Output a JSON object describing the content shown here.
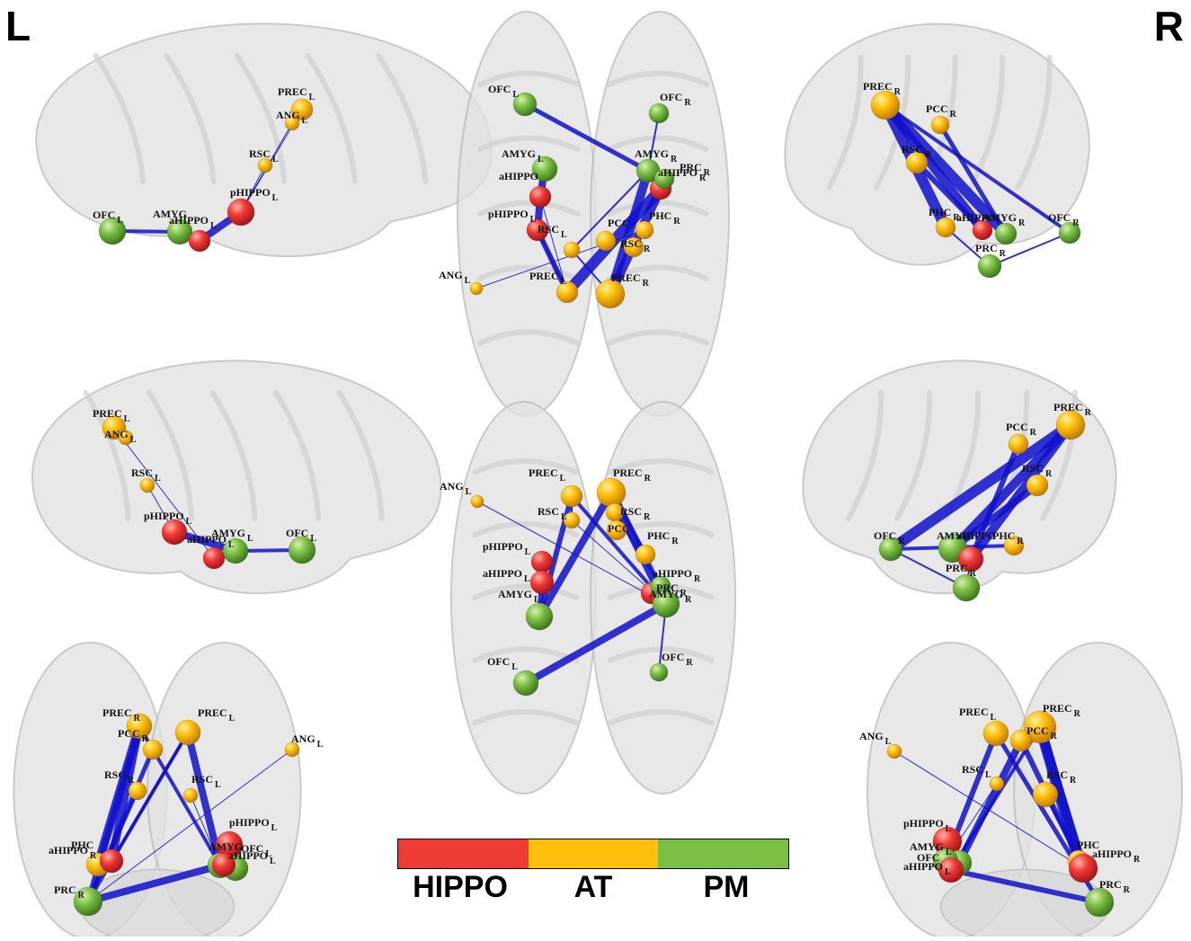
{
  "corners": {
    "left": "L",
    "right": "R"
  },
  "legend": [
    {
      "label": "HIPPO",
      "color": "#ef3b36"
    },
    {
      "label": "AT",
      "color": "#ffbf0a"
    },
    {
      "label": "PM",
      "color": "#7dbf45"
    }
  ],
  "colors": {
    "edge": "#1010cc",
    "brain_fill": "#e3e3e3",
    "brain_stroke": "#bdbdbd"
  },
  "panels": [
    {
      "id": "left-lateral",
      "nodes": [
        {
          "base": "PREC",
          "sub": "L",
          "group": "AT"
        },
        {
          "base": "ANG",
          "sub": "L",
          "group": "AT"
        },
        {
          "base": "RSC",
          "sub": "L",
          "group": "AT"
        },
        {
          "base": "pHIPPO",
          "sub": "L",
          "group": "HIPPO"
        },
        {
          "base": "OFC",
          "sub": "L",
          "group": "PM"
        },
        {
          "base": "AMYG",
          "sub": "",
          "group": "PM"
        },
        {
          "base": "aHIPPO",
          "sub": "L",
          "group": "HIPPO"
        }
      ]
    },
    {
      "id": "top-axial",
      "nodes": [
        {
          "base": "OFC",
          "sub": "L",
          "group": "PM"
        },
        {
          "base": "OFC",
          "sub": "R",
          "group": "PM"
        },
        {
          "base": "AMYG",
          "sub": "L",
          "group": "PM"
        },
        {
          "base": "AMYG",
          "sub": "R",
          "group": "PM"
        },
        {
          "base": "aHIPPO",
          "sub": "",
          "group": "HIPPO"
        },
        {
          "base": "aHIPPO",
          "sub": "R",
          "group": "HIPPO"
        },
        {
          "base": "PRC",
          "sub": "R",
          "group": "PM"
        },
        {
          "base": "pHIPPO",
          "sub": "L",
          "group": "HIPPO"
        },
        {
          "base": "PCC",
          "sub": "",
          "group": "AT"
        },
        {
          "base": "PHC",
          "sub": "R",
          "group": "AT"
        },
        {
          "base": "RSC",
          "sub": "L",
          "group": "AT"
        },
        {
          "base": "RSC",
          "sub": "R",
          "group": "AT"
        },
        {
          "base": "ANG",
          "sub": "L",
          "group": "AT"
        },
        {
          "base": "PREC",
          "sub": "L",
          "group": "AT"
        },
        {
          "base": "PREC",
          "sub": "R",
          "group": "AT"
        }
      ]
    },
    {
      "id": "right-lateral",
      "nodes": [
        {
          "base": "PREC",
          "sub": "R",
          "group": "AT"
        },
        {
          "base": "PCC",
          "sub": "R",
          "group": "AT"
        },
        {
          "base": "RSC",
          "sub": "R",
          "group": "AT"
        },
        {
          "base": "PHC",
          "sub": "R",
          "group": "AT"
        },
        {
          "base": "aHIPPO",
          "sub": "",
          "group": "HIPPO"
        },
        {
          "base": "AMYG",
          "sub": "R",
          "group": "PM"
        },
        {
          "base": "OFC",
          "sub": "R",
          "group": "PM"
        },
        {
          "base": "PRC",
          "sub": "R",
          "group": "PM"
        }
      ]
    },
    {
      "id": "left-medial",
      "nodes": [
        {
          "base": "PREC",
          "sub": "L",
          "group": "AT"
        },
        {
          "base": "ANG",
          "sub": "L",
          "group": "AT"
        },
        {
          "base": "RSC",
          "sub": "L",
          "group": "AT"
        },
        {
          "base": "pHIPPO",
          "sub": "L",
          "group": "HIPPO"
        },
        {
          "base": "aHIPPO",
          "sub": "L",
          "group": "HIPPO"
        },
        {
          "base": "AMYG",
          "sub": "L",
          "group": "PM"
        },
        {
          "base": "OFC",
          "sub": "L",
          "group": "PM"
        }
      ]
    },
    {
      "id": "bottom-axial",
      "nodes": [
        {
          "base": "ANG",
          "sub": "L",
          "group": "AT"
        },
        {
          "base": "PREC",
          "sub": "L",
          "group": "AT"
        },
        {
          "base": "PREC",
          "sub": "R",
          "group": "AT"
        },
        {
          "base": "RSC",
          "sub": "L",
          "group": "AT"
        },
        {
          "base": "RSC",
          "sub": "R",
          "group": "AT"
        },
        {
          "base": "PCC",
          "sub": "",
          "group": "AT"
        },
        {
          "base": "PHC",
          "sub": "R",
          "group": "AT"
        },
        {
          "base": "pHIPPO",
          "sub": "L",
          "group": "HIPPO"
        },
        {
          "base": "aHIPPO",
          "sub": "L",
          "group": "HIPPO"
        },
        {
          "base": "aHIPPO",
          "sub": "R",
          "group": "HIPPO"
        },
        {
          "base": "PRC",
          "sub": "R",
          "group": "PM"
        },
        {
          "base": "AMYG",
          "sub": "L",
          "group": "PM"
        },
        {
          "base": "AMYG",
          "sub": "R",
          "group": "PM"
        },
        {
          "base": "OFC",
          "sub": "L",
          "group": "PM"
        },
        {
          "base": "OFC",
          "sub": "R",
          "group": "PM"
        }
      ]
    },
    {
      "id": "right-medial",
      "nodes": [
        {
          "base": "PREC",
          "sub": "R",
          "group": "AT"
        },
        {
          "base": "PCC",
          "sub": "R",
          "group": "AT"
        },
        {
          "base": "RSC",
          "sub": "R",
          "group": "AT"
        },
        {
          "base": "PHC",
          "sub": "R",
          "group": "AT"
        },
        {
          "base": "OFC",
          "sub": "R",
          "group": "PM"
        },
        {
          "base": "AMYG",
          "sub": "",
          "group": "PM"
        },
        {
          "base": "aHIPPO",
          "sub": "",
          "group": "HIPPO"
        },
        {
          "base": "PRC",
          "sub": "R",
          "group": "PM"
        }
      ]
    },
    {
      "id": "posterior-coronal-left",
      "nodes": [
        {
          "base": "PREC",
          "sub": "R",
          "group": "AT"
        },
        {
          "base": "PREC",
          "sub": "L",
          "group": "AT"
        },
        {
          "base": "PCC",
          "sub": "R",
          "group": "AT"
        },
        {
          "base": "ANG",
          "sub": "L",
          "group": "AT"
        },
        {
          "base": "RSC",
          "sub": "R",
          "group": "AT"
        },
        {
          "base": "RSC",
          "sub": "L",
          "group": "AT"
        },
        {
          "base": "pHIPPO",
          "sub": "L",
          "group": "HIPPO"
        },
        {
          "base": "PHC",
          "sub": "",
          "group": "AT"
        },
        {
          "base": "aHIPPO",
          "sub": "R",
          "group": "HIPPO"
        },
        {
          "base": "AMYG",
          "sub": "",
          "group": "PM"
        },
        {
          "base": "OFC",
          "sub": "L",
          "group": "PM"
        },
        {
          "base": "aHIPPO",
          "sub": "L",
          "group": "HIPPO"
        },
        {
          "base": "PRC",
          "sub": "R",
          "group": "PM"
        }
      ]
    },
    {
      "id": "posterior-coronal-right",
      "nodes": [
        {
          "base": "PREC",
          "sub": "L",
          "group": "AT"
        },
        {
          "base": "PREC",
          "sub": "R",
          "group": "AT"
        },
        {
          "base": "PCC",
          "sub": "R",
          "group": "AT"
        },
        {
          "base": "ANG",
          "sub": "L",
          "group": "AT"
        },
        {
          "base": "RSC",
          "sub": "L",
          "group": "AT"
        },
        {
          "base": "RSC",
          "sub": "R",
          "group": "AT"
        },
        {
          "base": "pHIPPO",
          "sub": "L",
          "group": "HIPPO"
        },
        {
          "base": "AMYG",
          "sub": "L",
          "group": "PM"
        },
        {
          "base": "OFC",
          "sub": "",
          "group": "PM"
        },
        {
          "base": "aHIPPO",
          "sub": "L",
          "group": "HIPPO"
        },
        {
          "base": "PHC",
          "sub": "",
          "group": "AT"
        },
        {
          "base": "aHIPPO",
          "sub": "R",
          "group": "HIPPO"
        },
        {
          "base": "PRC",
          "sub": "R",
          "group": "PM"
        }
      ]
    }
  ]
}
